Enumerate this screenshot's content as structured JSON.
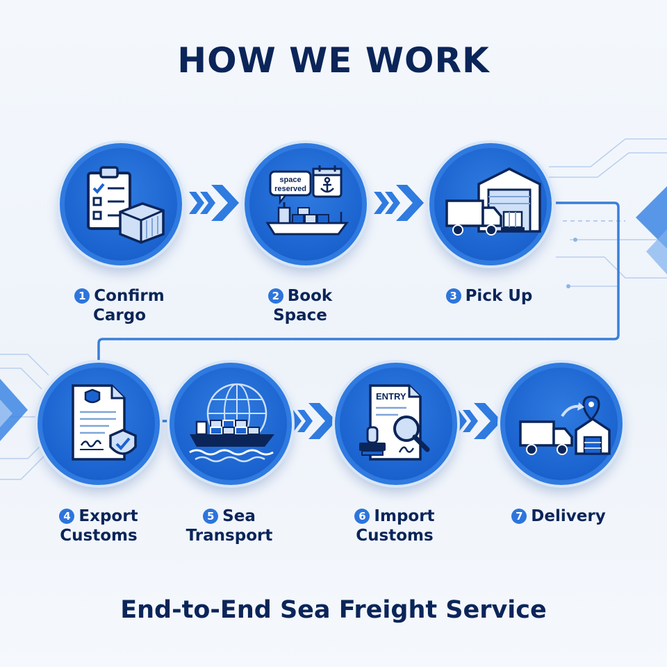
{
  "title": "HOW WE WORK",
  "subtitle": "End-to-End Sea Freight Service",
  "colors": {
    "navy": "#0b2559",
    "primary": "#1b63cf",
    "accent": "#2f7be0",
    "line": "#3a7fd9"
  },
  "steps": [
    {
      "number": "1",
      "line1": "Confirm",
      "line2": "Cargo",
      "icon": "clipboard-cargo-icon"
    },
    {
      "number": "2",
      "line1": "Book",
      "line2": "Space",
      "icon": "ship-booking-icon",
      "badge_line1": "space",
      "badge_line2": "reserved"
    },
    {
      "number": "3",
      "line1": "Pick Up",
      "line2": "",
      "icon": "truck-warehouse-icon"
    },
    {
      "number": "4",
      "line1": "Export",
      "line2": "Customs",
      "icon": "document-shield-icon"
    },
    {
      "number": "5",
      "line1": "Sea",
      "line2": "Transport",
      "icon": "cargo-ship-globe-icon"
    },
    {
      "number": "6",
      "line1": "Import",
      "line2": "Customs",
      "icon": "entry-document-icon",
      "doc_label": "ENTRY"
    },
    {
      "number": "7",
      "line1": "Delivery",
      "line2": "",
      "icon": "delivery-truck-icon"
    }
  ]
}
